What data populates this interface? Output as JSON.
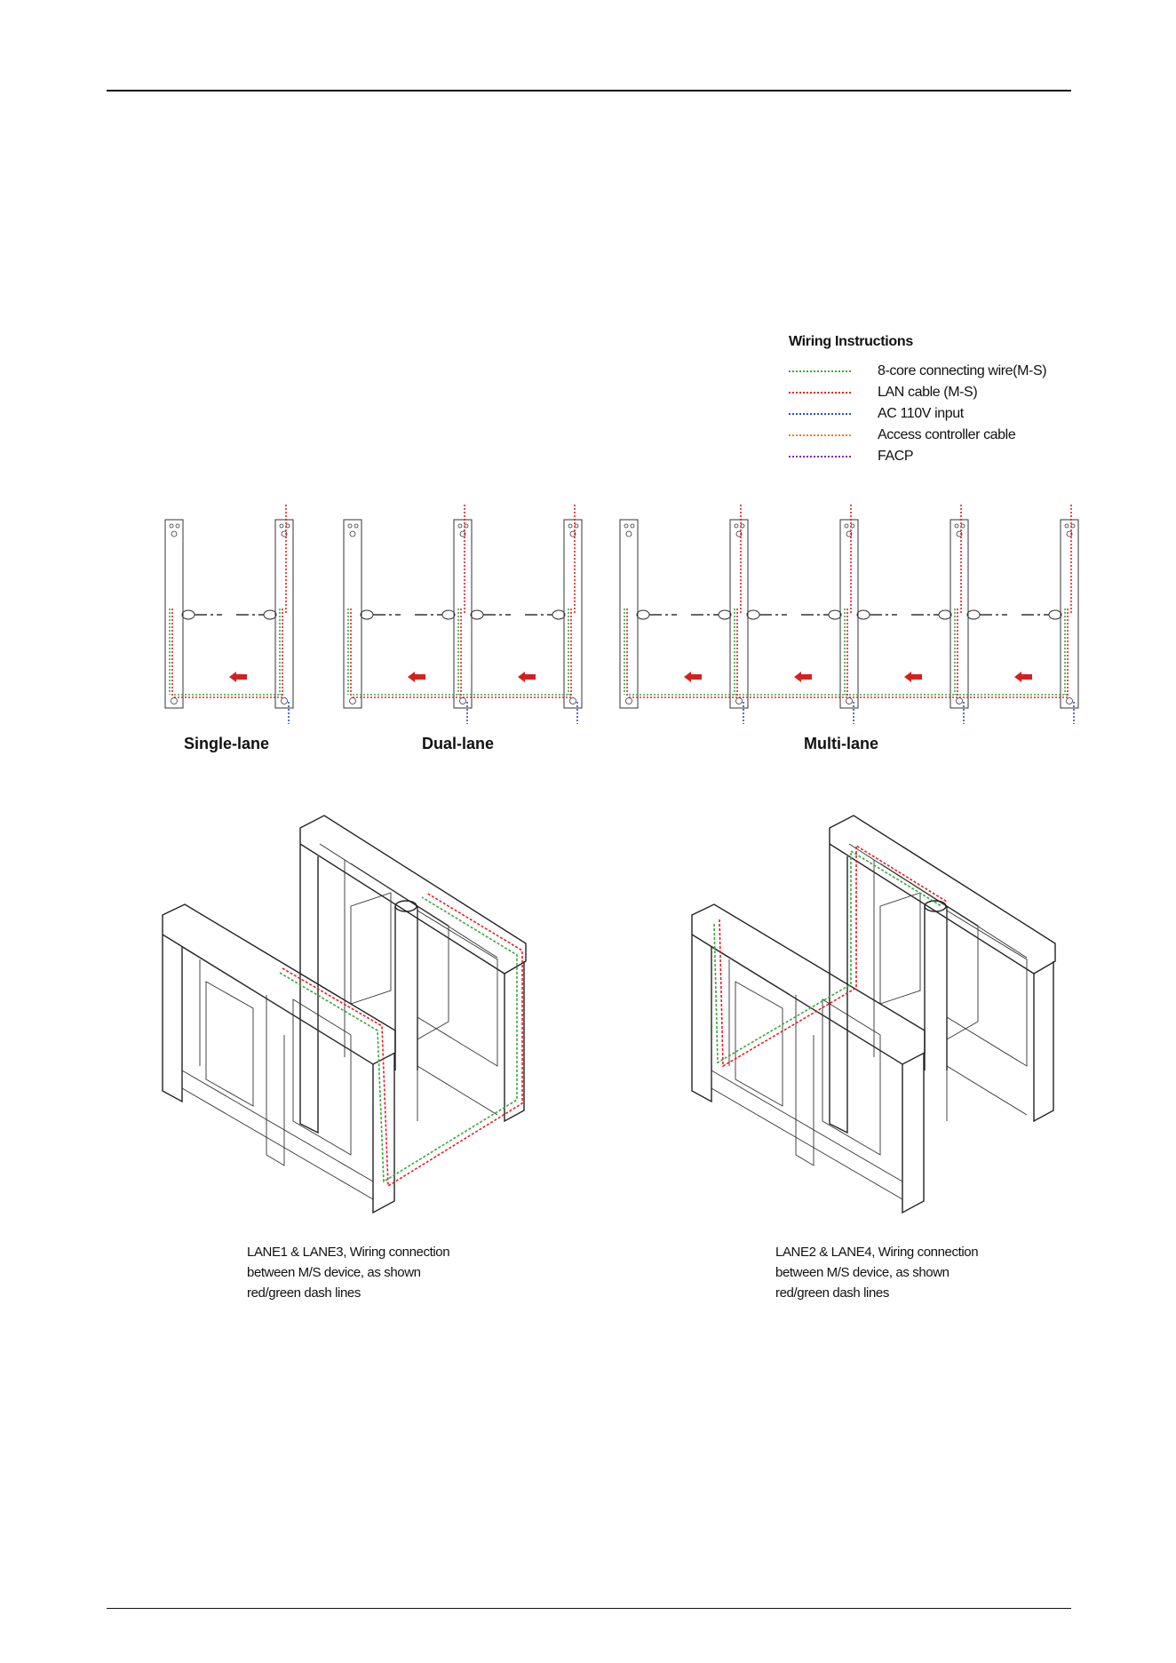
{
  "legend": {
    "title": "Wiring Instructions",
    "items": [
      {
        "label": "8-core connecting wire(M-S)",
        "color": "#3aa83a"
      },
      {
        "label": "LAN cable (M-S)",
        "color": "#e0202a"
      },
      {
        "label": "AC 110V input",
        "color": "#2a4fc8"
      },
      {
        "label": "Access controller cable",
        "color": "#ef7c20"
      },
      {
        "label": "FACP",
        "color": "#7a2aa8"
      }
    ]
  },
  "lane_labels": {
    "single": "Single-lane",
    "dual": "Dual-lane",
    "multi": "Multi-lane"
  },
  "captions": {
    "left": [
      "LANE1 & LANE3, Wiring connection",
      "between M/S device, as shown",
      "red/green dash lines"
    ],
    "right": [
      "LANE2 & LANE4, Wiring connection",
      "between M/S device, as shown",
      "red/green dash lines"
    ]
  },
  "colors": {
    "arrow": "#d42020",
    "line": "#222222"
  }
}
